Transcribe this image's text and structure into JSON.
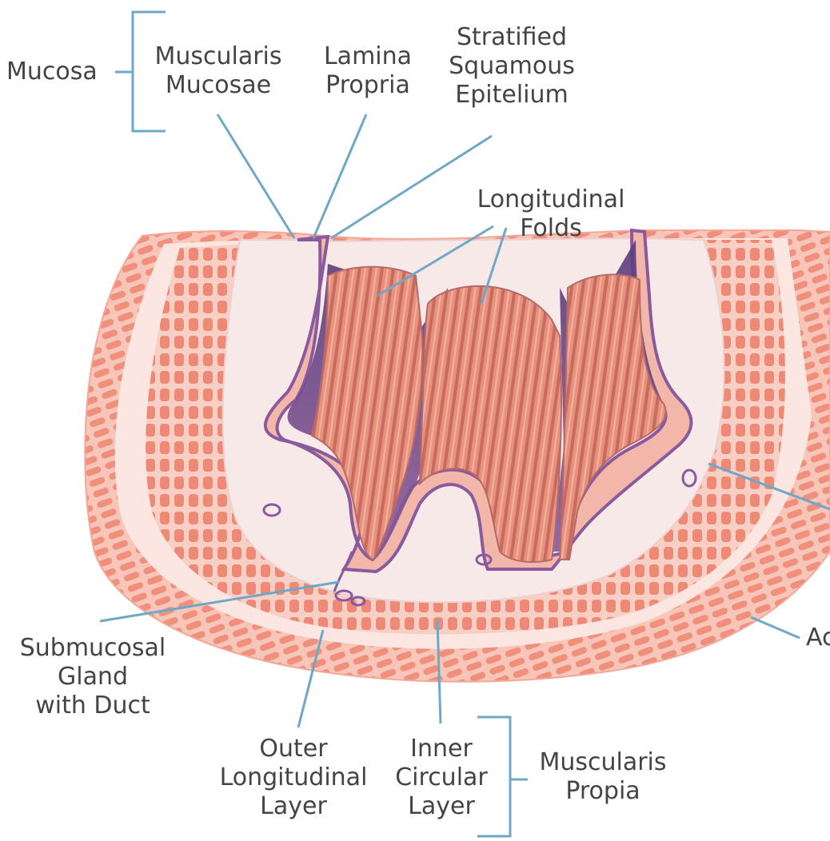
{
  "labels": {
    "mucosa": "Mucosa",
    "muscularis_mucosae": "Muscularis\nMucosae",
    "lamina_propria": "Lamina\nPropria",
    "stratified_squamous": "Stratified\nSquamous\nEpitelium",
    "longitudinal_folds": "Longitudinal\nFolds",
    "submucosal_gland": "Submucosal\nGland\nwith Duct",
    "outer_longitudinal": "Outer\nLongitudinal\nLayer",
    "inner_circular": "Inner\nCircular\nLayer",
    "muscularis_propia": "Muscularis\nPropia",
    "adventitia_partial": "Ac"
  },
  "colors": {
    "leader_line": "#6fa7c8",
    "muscle": "#f0917e",
    "muscle_light": "#f7c0b2",
    "submucosa": "#f6e4e2",
    "epithelium": "#8a5a9e",
    "lumen": "#6a4a86",
    "label_text": "#444444"
  }
}
